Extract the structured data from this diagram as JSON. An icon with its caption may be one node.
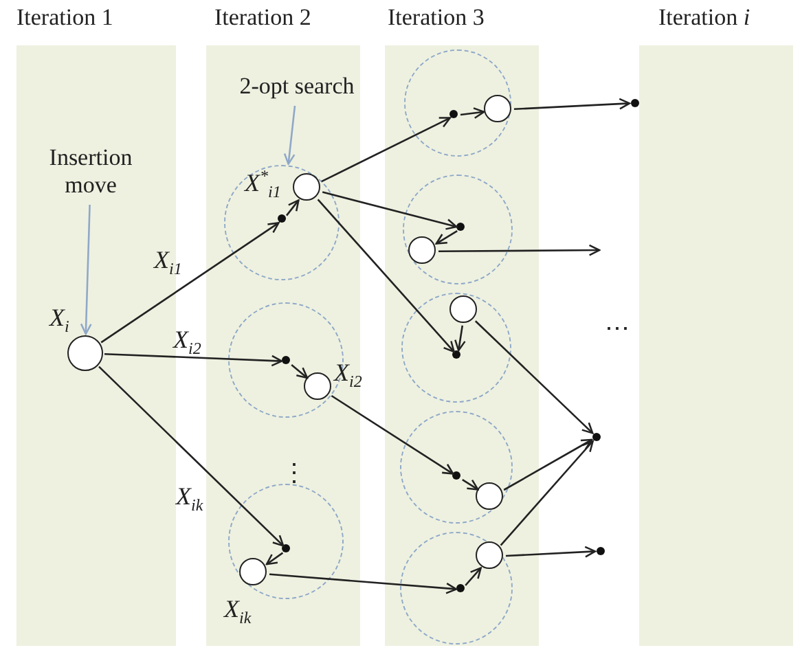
{
  "diagram": {
    "nodes": [
      {
        "text": [
          "Iteration 1"
        ]
      },
      {
        "text": [
          "Insertion move"
        ],
        "in": 0
      },
      {
        "text": [],
        "shape": "circle",
        "in": 0,
        "beside": [
          "*X*$_{i}$"
        ]
      },
      {
        "text": [
          "Iteration 2"
        ]
      },
      {
        "text": [
          "2-opt search"
        ],
        "in": 3
      },
      {
        "text": [],
        "shape": "circle",
        "in": 3
      },
      {
        "text": [],
        "shape": "dot",
        "in": 5
      },
      {
        "text": [],
        "shape": "circle",
        "in": 5,
        "beside": [
          "*X*$^{*}$$_{i1}$"
        ]
      },
      {
        "text": [],
        "shape": "circle",
        "in": 3
      },
      {
        "text": [],
        "shape": "dot",
        "in": 8
      },
      {
        "text": [],
        "shape": "circle",
        "in": 8,
        "beside": [
          "*X*$_{i2}$"
        ]
      },
      {
        "text": [],
        "shape": "circle",
        "in": 3
      },
      {
        "text": [],
        "shape": "dot",
        "in": 11
      },
      {
        "text": [],
        "shape": "circle",
        "in": 11,
        "beside": [
          "*X*$_{ik}$"
        ]
      },
      {
        "text": [
          "Iteration 3"
        ]
      },
      {
        "text": [],
        "shape": "circle",
        "in": 14
      },
      {
        "text": [],
        "shape": "dot",
        "in": 15
      },
      {
        "text": [],
        "shape": "circle",
        "in": 15
      },
      {
        "text": [],
        "shape": "circle",
        "in": 14
      },
      {
        "text": [],
        "shape": "dot",
        "in": 18
      },
      {
        "text": [],
        "shape": "circle",
        "in": 18
      },
      {
        "text": [],
        "shape": "circle",
        "in": 14
      },
      {
        "text": [],
        "shape": "circle",
        "in": 21
      },
      {
        "text": [],
        "shape": "dot",
        "in": 21
      },
      {
        "text": [],
        "shape": "circle",
        "in": 14
      },
      {
        "text": [],
        "shape": "dot",
        "in": 24
      },
      {
        "text": [],
        "shape": "circle",
        "in": 24
      },
      {
        "text": [],
        "shape": "circle",
        "in": 14
      },
      {
        "text": [],
        "shape": "circle",
        "in": 27
      },
      {
        "text": [],
        "shape": "dot",
        "in": 27
      },
      {
        "text": [
          "Iteration *i*"
        ]
      },
      {
        "text": [],
        "shape": "dot"
      },
      {
        "text": [],
        "shape": "dot"
      },
      {
        "text": [],
        "shape": "dot"
      }
    ],
    "edges": [
      {
        "from": 1,
        "to": 2,
        "arrow": "to",
        "color": "#8fa8c8"
      },
      {
        "from": 4,
        "to": 5,
        "arrow": "to",
        "color": "#8fa8c8"
      },
      {
        "from": 2,
        "to": 6,
        "arrow": "to",
        "label": "*X*$_{i1}$"
      },
      {
        "from": 6,
        "to": 7,
        "arrow": "to"
      },
      {
        "from": 2,
        "to": 9,
        "arrow": "to",
        "label": "*X*$_{i2}$"
      },
      {
        "from": 9,
        "to": 10,
        "arrow": "to"
      },
      {
        "from": 2,
        "to": 12,
        "arrow": "to",
        "label": "*X*$_{ik}$"
      },
      {
        "from": 12,
        "to": 13,
        "arrow": "to"
      },
      {
        "from": 7,
        "to": 16,
        "arrow": "to"
      },
      {
        "from": 16,
        "to": 17,
        "arrow": "to"
      },
      {
        "from": 17,
        "to": 31,
        "arrow": "to"
      },
      {
        "from": 7,
        "to": 19,
        "arrow": "to"
      },
      {
        "from": 19,
        "to": 20,
        "arrow": "to"
      },
      {
        "from": 20,
        "to": null,
        "arrow": "to"
      },
      {
        "from": 7,
        "to": 23,
        "arrow": "to"
      },
      {
        "from": 22,
        "to": 23,
        "arrow": "to"
      },
      {
        "from": 10,
        "to": 25,
        "arrow": "to"
      },
      {
        "from": 25,
        "to": 26,
        "arrow": "to"
      },
      {
        "from": 13,
        "to": 29,
        "arrow": "to"
      },
      {
        "from": 29,
        "to": 28,
        "arrow": "to"
      },
      {
        "from": 22,
        "to": 32,
        "arrow": "to"
      },
      {
        "from": 26,
        "to": 32,
        "arrow": "to"
      },
      {
        "from": 28,
        "to": 32,
        "arrow": "to"
      },
      {
        "from": 28,
        "to": 33,
        "arrow": "to"
      }
    ],
    "labels": [
      "⋮",
      "⋯"
    ]
  }
}
